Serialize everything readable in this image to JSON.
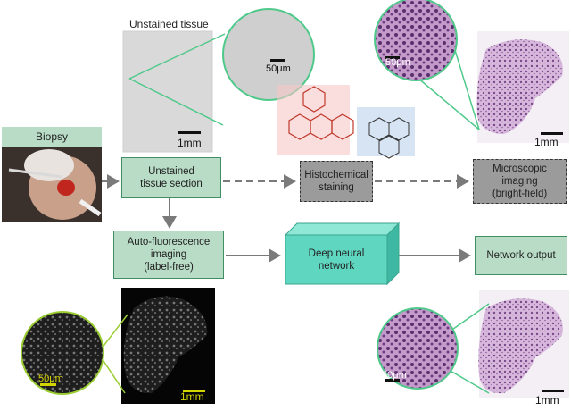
{
  "labels": {
    "unstained_tissue": "Unstained tissue",
    "biopsy": "Biopsy"
  },
  "boxes": {
    "unstained_section": "Unstained\ntissue section",
    "histochemical": "Histochemical\nstaining",
    "microscopic": "Microscopic\nimaging\n(bright-field)",
    "autofluorescence": "Auto-fluorescence\nimaging\n(label-free)",
    "dnn": "Deep neural\nnetwork",
    "network_output": "Network output"
  },
  "scale_bars": {
    "zoom_unstained": "50μm",
    "unstained": "1mm",
    "he_zoom_top": "50μm",
    "he_top": "1mm",
    "af_zoom": "50μm",
    "af": "1mm",
    "out_zoom": "50μm",
    "out": "1mm"
  },
  "colors": {
    "box_green_fill": "#b8dcc6",
    "box_green_border": "#3f8f63",
    "box_gray_fill": "#9b9b9b",
    "dnn_fill": "#5fd6c0",
    "zoom_line": "#4fc98a",
    "af_zoom_line": "#9acd32",
    "arrow": "#7a7a7a",
    "he_stain": "#8a5a9a"
  },
  "icons": {
    "molecule": "eosin-hematoxylin-molecule-icon",
    "dnn_block": "3d-block-icon"
  }
}
